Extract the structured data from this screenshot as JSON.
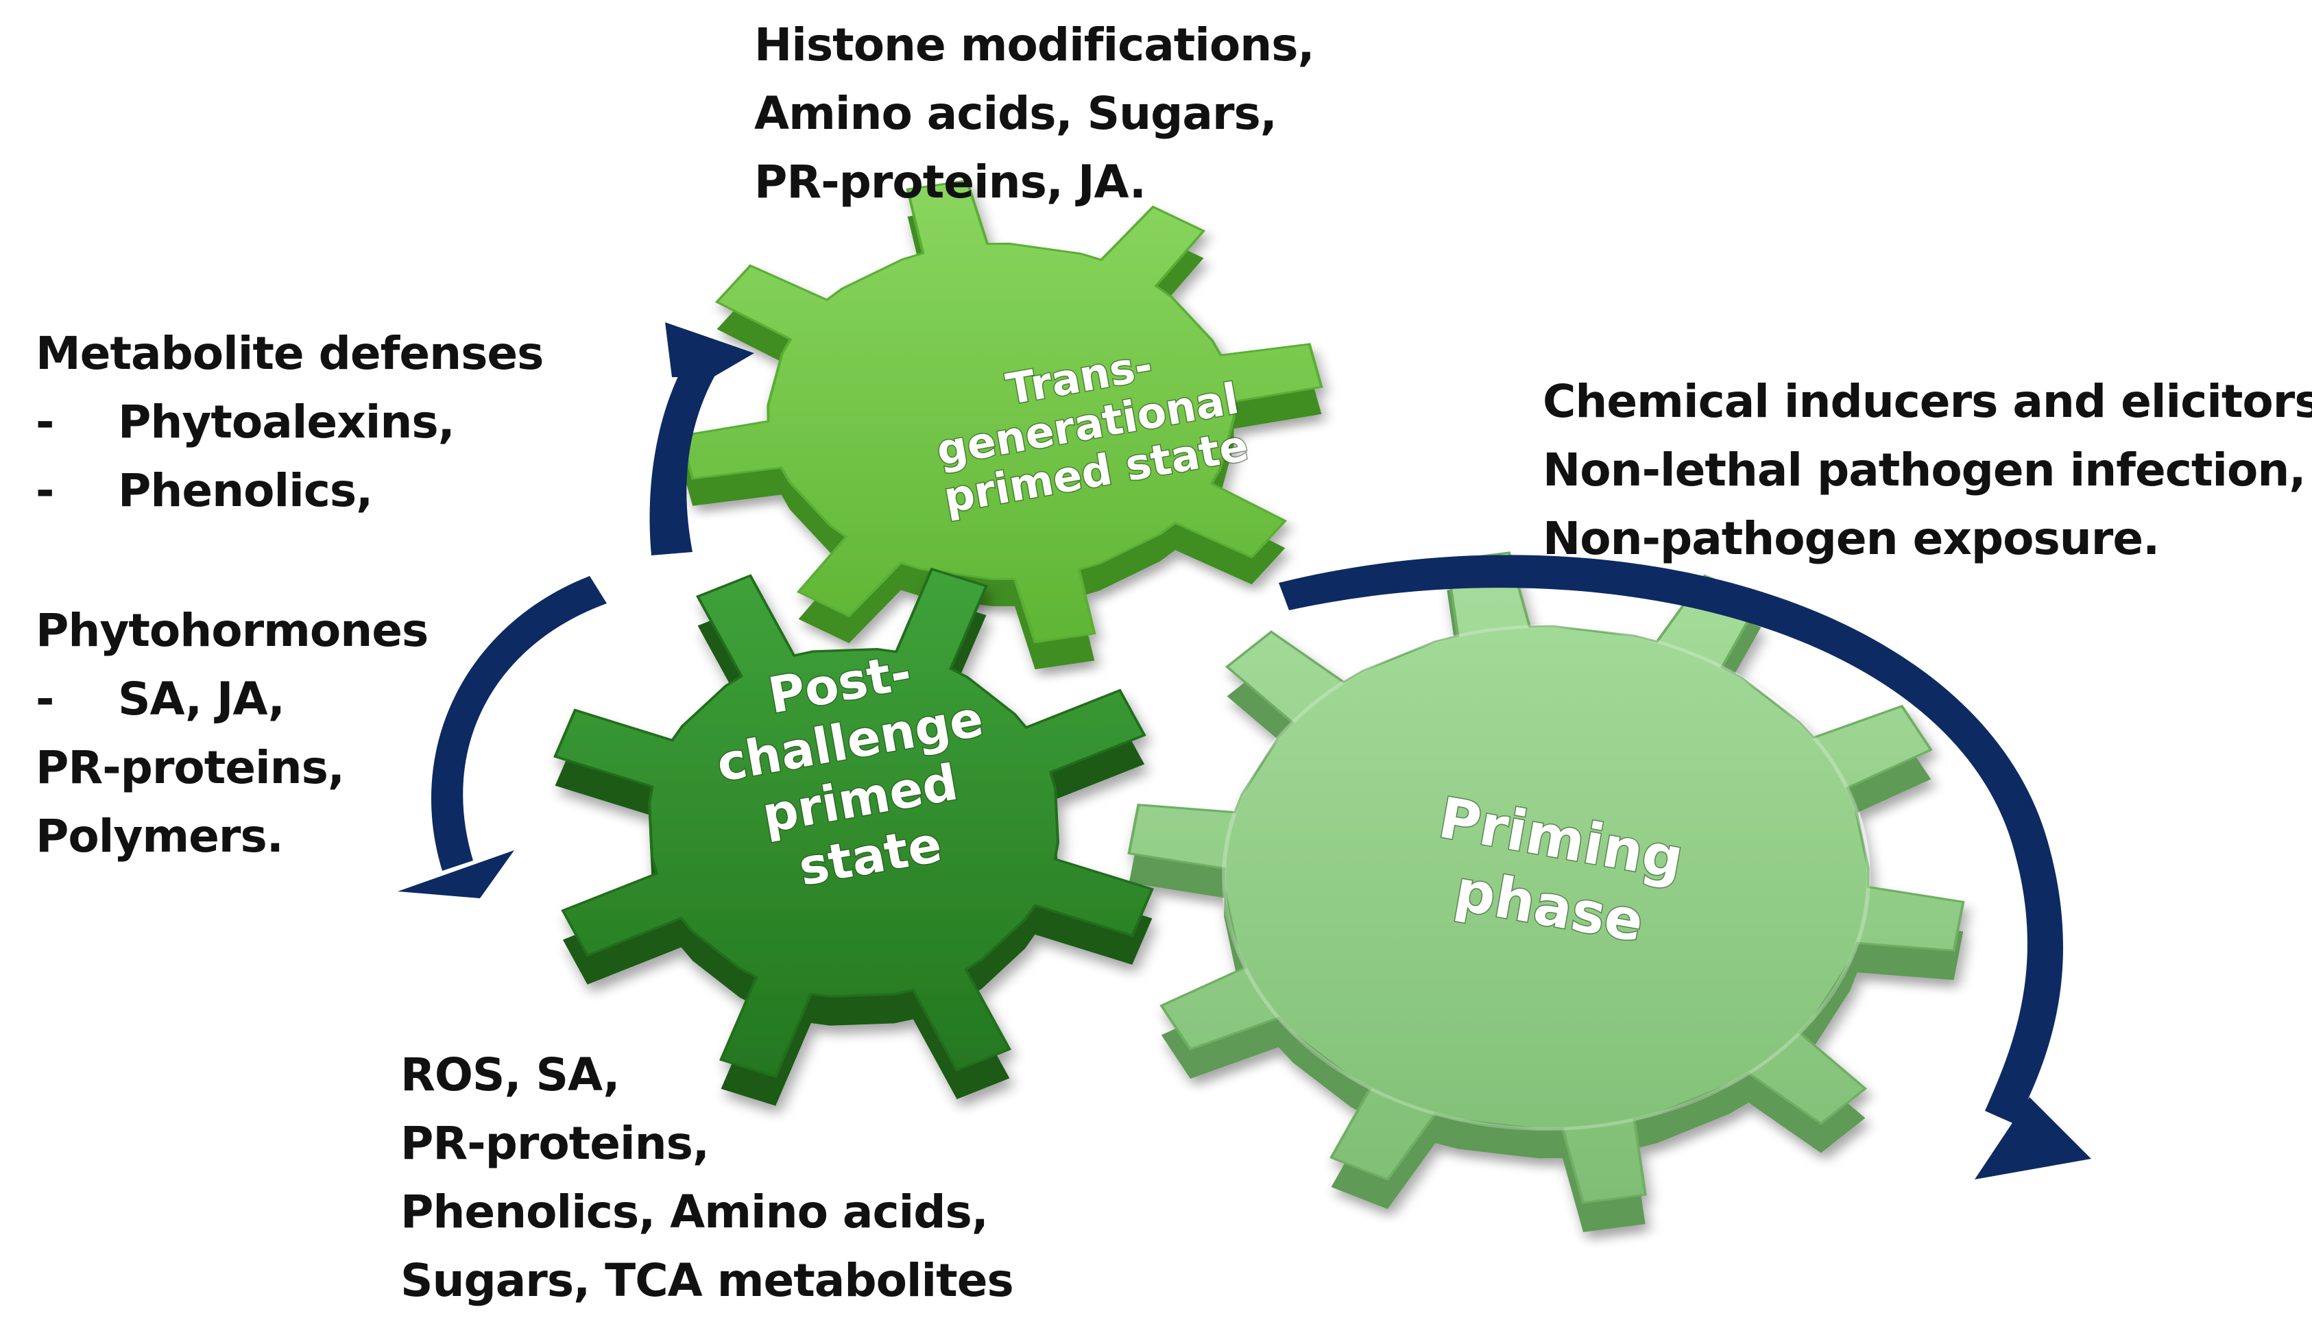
{
  "gears": {
    "trans": {
      "lines": [
        "Trans-",
        "generational",
        "primed state"
      ]
    },
    "post": {
      "lines": [
        "Post-",
        "challenge",
        "primed",
        "state"
      ]
    },
    "priming": {
      "lines": [
        "Priming",
        "phase"
      ]
    }
  },
  "labels": {
    "top": [
      "Histone modifications,",
      "Amino acids, Sugars,",
      "PR-proteins,  JA."
    ],
    "metabolite": {
      "heading": "Metabolite defenses",
      "items": [
        "Phytoalexins,",
        "Phenolics,"
      ]
    },
    "phytohormones": {
      "heading": "Phytohormones",
      "items": [
        "SA, JA,"
      ],
      "extra": [
        "PR-proteins,",
        "Polymers."
      ]
    },
    "right": [
      "Chemical inducers and elicitors,",
      "Non-lethal pathogen infection,",
      "Non-pathogen exposure."
    ],
    "bottom": [
      "ROS, SA,",
      "PR-proteins,",
      "Phenolics, Amino acids,",
      "Sugars, TCA metabolites"
    ]
  },
  "colors": {
    "trans_gear": "#6cc240",
    "post_gear": "#2e8a2a",
    "priming_gear": "#8ecf82",
    "arrow": "#0d2a63"
  }
}
